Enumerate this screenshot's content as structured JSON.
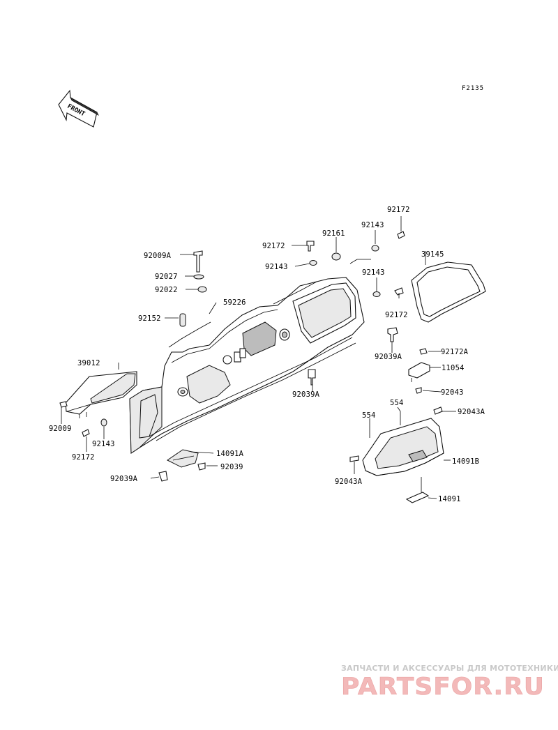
{
  "diagram_code": "F2135",
  "front_label": "FRONT",
  "watermark": {
    "subtitle": "ЗАПЧАСТИ И АКСЕССУАРЫ ДЛЯ МОТОТЕХНИКИ",
    "logo": "PARTSFOR.RU"
  },
  "parts": [
    {
      "id": "p92172_top",
      "label": "92172"
    },
    {
      "id": "p92143_a",
      "label": "92143"
    },
    {
      "id": "p92161",
      "label": "92161"
    },
    {
      "id": "p92172_b",
      "label": "92172"
    },
    {
      "id": "p39145",
      "label": "39145"
    },
    {
      "id": "p92009A",
      "label": "92009A"
    },
    {
      "id": "p92143_b",
      "label": "92143"
    },
    {
      "id": "p92143_c",
      "label": "92143"
    },
    {
      "id": "p92027",
      "label": "92027"
    },
    {
      "id": "p92022",
      "label": "92022"
    },
    {
      "id": "p59226",
      "label": "59226"
    },
    {
      "id": "p92172_c",
      "label": "92172"
    },
    {
      "id": "p92152",
      "label": "92152"
    },
    {
      "id": "p92039A_a",
      "label": "92039A"
    },
    {
      "id": "p92172A",
      "label": "92172A"
    },
    {
      "id": "p39012",
      "label": "39012"
    },
    {
      "id": "p11054",
      "label": "11054"
    },
    {
      "id": "p92043",
      "label": "92043"
    },
    {
      "id": "p92039A_b",
      "label": "92039A"
    },
    {
      "id": "p554_a",
      "label": "554"
    },
    {
      "id": "p554_b",
      "label": "554"
    },
    {
      "id": "p92043A_a",
      "label": "92043A"
    },
    {
      "id": "p92009",
      "label": "92009"
    },
    {
      "id": "p92143_d",
      "label": "92143"
    },
    {
      "id": "p92172_d",
      "label": "92172"
    },
    {
      "id": "p14091A",
      "label": "14091A"
    },
    {
      "id": "p92039",
      "label": "92039"
    },
    {
      "id": "p14091B",
      "label": "14091B"
    },
    {
      "id": "p92039A_c",
      "label": "92039A"
    },
    {
      "id": "p92043A_b",
      "label": "92043A"
    },
    {
      "id": "p14091",
      "label": "14091"
    }
  ]
}
